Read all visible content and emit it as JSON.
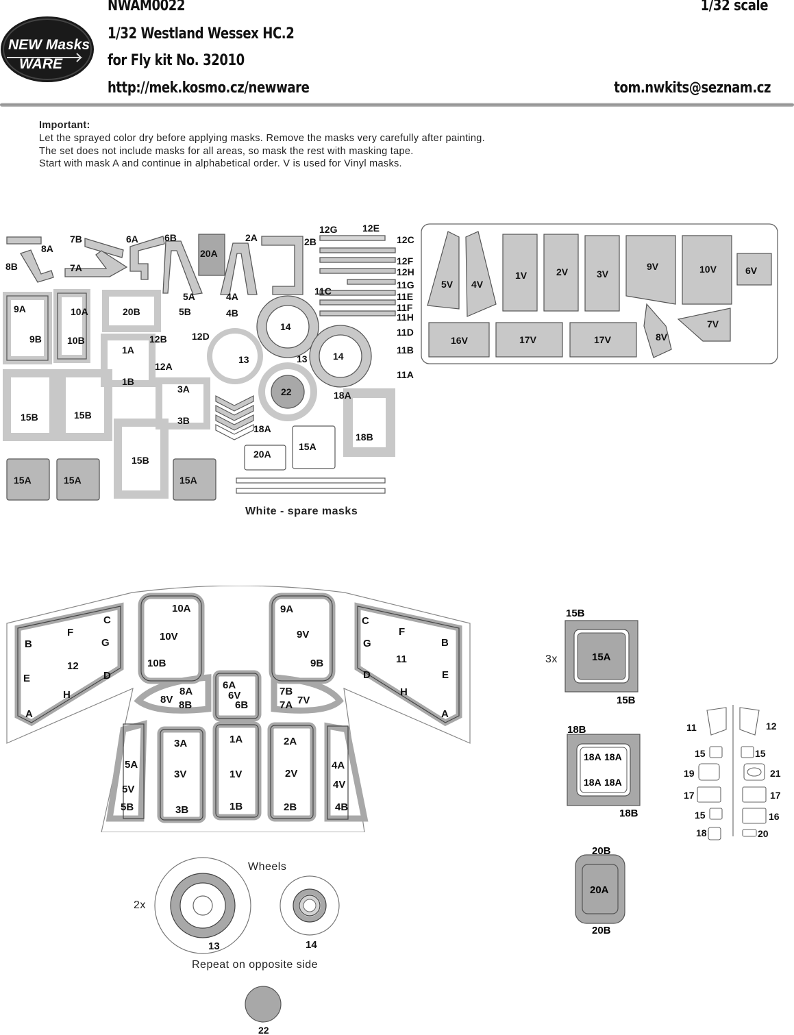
{
  "header": {
    "product_code": "NWAM0022",
    "scale": "1/32 scale",
    "title": "1/32 Westland Wessex HC.2",
    "kit": "for Fly kit No. 32010",
    "url": "http://mek.kosmo.cz/newware",
    "email": "tom.nwkits@seznam.cz"
  },
  "logo": {
    "line1": "NEW Masks",
    "line2": "WARE"
  },
  "instructions": {
    "heading": "Important:",
    "lines": [
      "Let the sprayed color dry before applying masks. Remove the masks very carefully after painting.",
      "The set does not include masks for all areas, so mask the rest with masking tape.",
      "Start with mask A and continue in alphabetical order. V is used for Vinyl masks."
    ]
  },
  "captions": {
    "spare": "White - spare masks",
    "wheels": "Wheels",
    "repeat": "Repeat on opposite side",
    "wheels_qty": "2x",
    "window15_qty": "3x"
  },
  "colors": {
    "mask": "#c8c8c8",
    "mask_dark": "#9a9a9a",
    "outline": "#5a5a5a",
    "frame": "#777777"
  }
}
